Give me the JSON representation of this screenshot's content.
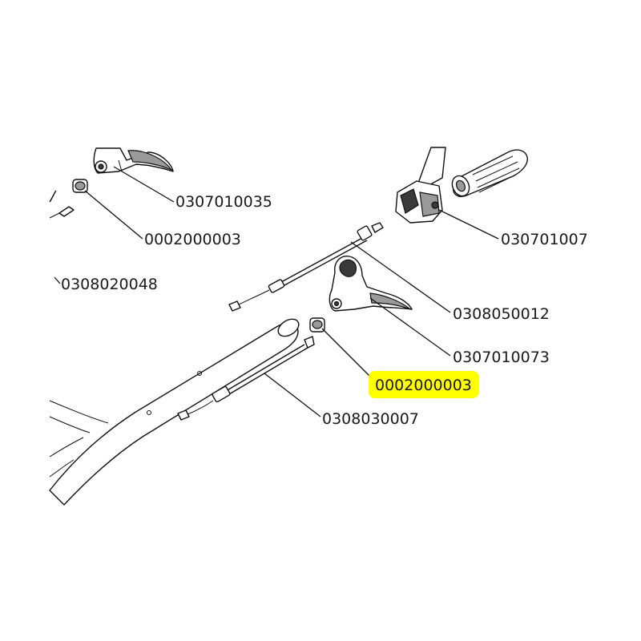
{
  "highlight_color": "#ffff00",
  "labels": {
    "brake_lever_top_left": "0307010035",
    "nut_top_left": "0002000003",
    "cable_left_partial": "0308020048",
    "grip_right": "030701007",
    "cable_upper": "0308050012",
    "lever_center": "0307010073",
    "nut_center_highlighted": "0002000003",
    "cable_lower": "0308030007"
  }
}
